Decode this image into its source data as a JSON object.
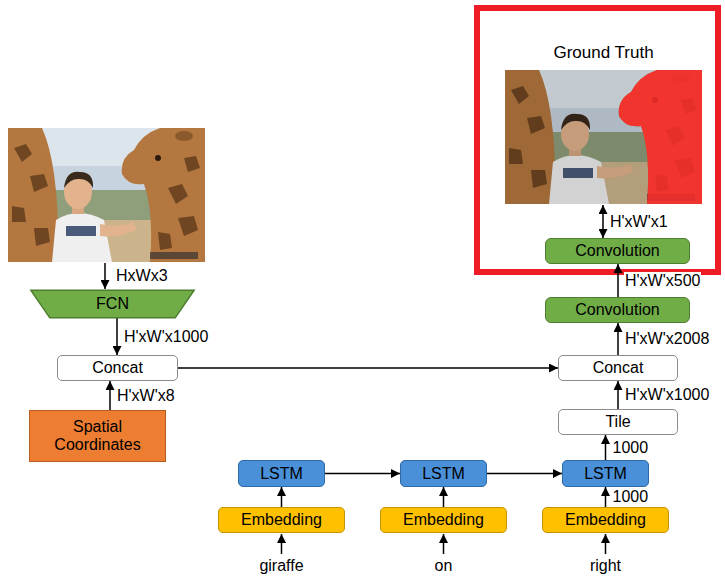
{
  "diagram": {
    "nodes": [
      {
        "text": [
          "Ground Truth"
        ]
      },
      {
        "text": [
          "FCN"
        ]
      },
      {
        "text": [
          "Convolution"
        ]
      },
      {
        "text": [
          "Convolution"
        ]
      },
      {
        "text": [
          "Concat"
        ]
      },
      {
        "text": [
          "Concat"
        ]
      },
      {
        "text": [
          "Spatial Coordinates"
        ]
      },
      {
        "text": [
          "Tile"
        ]
      },
      {
        "text": [
          "LSTM"
        ]
      },
      {
        "text": [
          "LSTM"
        ]
      },
      {
        "text": [
          "LSTM"
        ]
      },
      {
        "text": [
          "Embedding"
        ]
      },
      {
        "text": [
          "Embedding"
        ]
      },
      {
        "text": [
          "Embedding"
        ]
      }
    ],
    "edges": [
      {
        "from": 1,
        "to": 4,
        "arrow": "to",
        "label": "H'xW'x1000"
      },
      {
        "from": 6,
        "to": 4,
        "arrow": "to",
        "label": "H'xW'x8"
      },
      {
        "from": 4,
        "to": 5,
        "arrow": "to"
      },
      {
        "from": 7,
        "to": 5,
        "arrow": "to",
        "label": "H'xW'x1000"
      },
      {
        "from": 5,
        "to": 3,
        "arrow": "to",
        "label": "H'xW'x2008"
      },
      {
        "from": 3,
        "to": 2,
        "arrow": "to",
        "label": "H'xW'x500"
      },
      {
        "from": 2,
        "to": 0,
        "arrow": "both",
        "label": "H'xW'x1"
      },
      {
        "from": 8,
        "to": 9,
        "arrow": "to"
      },
      {
        "from": 9,
        "to": 10,
        "arrow": "to"
      },
      {
        "from": 10,
        "to": 7,
        "arrow": "to",
        "label": "1000"
      },
      {
        "from": 11,
        "to": 8,
        "arrow": "to"
      },
      {
        "from": 12,
        "to": 9,
        "arrow": "to"
      },
      {
        "from": 13,
        "to": 10,
        "arrow": "to",
        "label": "1000"
      }
    ],
    "labels": [
      "HxWx3",
      "giraffe",
      "on",
      "right"
    ]
  }
}
